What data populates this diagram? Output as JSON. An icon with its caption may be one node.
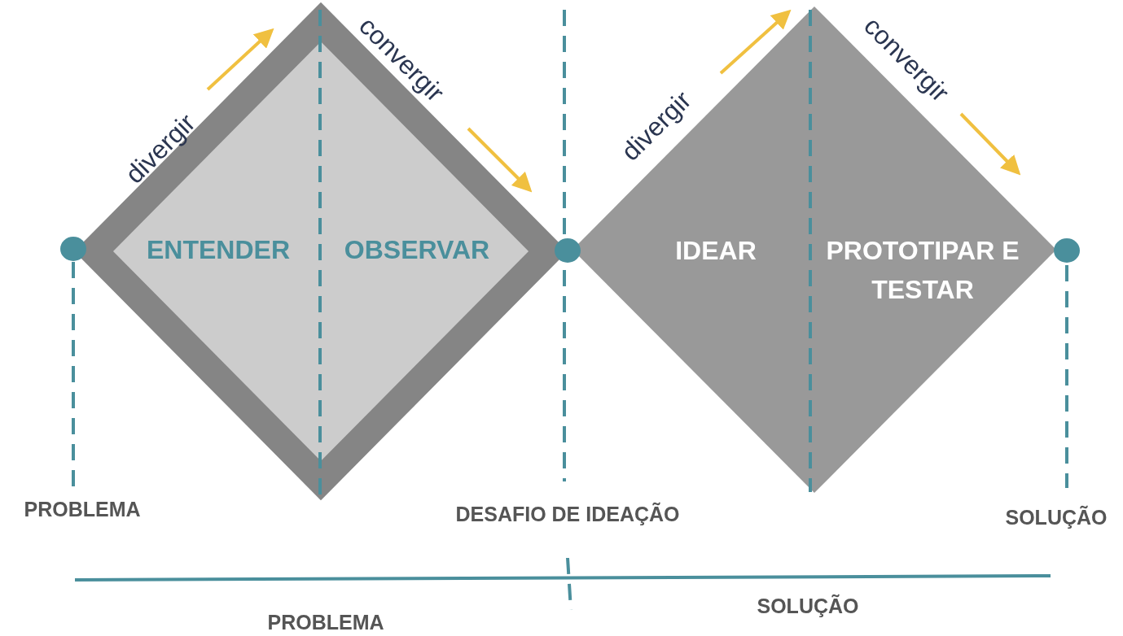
{
  "diagram": {
    "nodes": [
      {
        "text": [
          "ENTENDER",
          "OBSERVAR"
        ]
      },
      {
        "text": [
          "IDEAR",
          "PROTOTIPAR E TESTAR"
        ]
      },
      {
        "text": [],
        "shape": "circle"
      },
      {
        "text": [],
        "shape": "circle"
      },
      {
        "text": [],
        "shape": "circle"
      }
    ],
    "edges": [],
    "labels": [
      "divergir",
      "convergir",
      "divergir",
      "convergir",
      "PROBLEMA",
      "DESAFIO DE IDEAÇÃO",
      "SOLUÇÃO",
      "PROBLEMA",
      "SOLUÇÃO"
    ]
  }
}
